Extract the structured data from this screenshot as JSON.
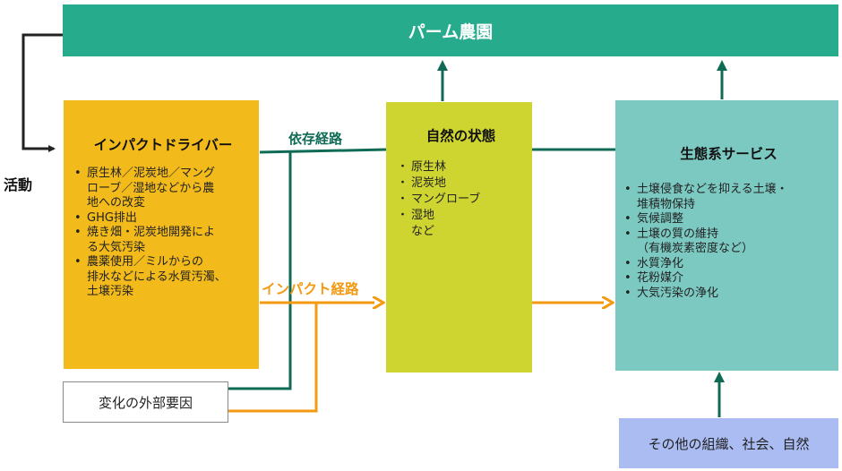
{
  "banner": {
    "title": "パーム農園"
  },
  "activity_label": "活動",
  "dependency_label": "依存経路",
  "impact_label": "インパクト経路",
  "drivers": {
    "title": "インパクトドライバー",
    "items": [
      "原生林／泥炭地／マング\nローブ／湿地などから農\n地への改変",
      "GHG排出",
      "焼き畑・泥炭地開発によ\nる大気汚染",
      "農薬使用／ミルからの\n排水などによる水質汚濁、\n土壌汚染"
    ]
  },
  "natural_state": {
    "title": "自然の状態",
    "items": [
      "原生林",
      "泥炭地",
      "マングローブ",
      "湿地"
    ],
    "tail": "など"
  },
  "services": {
    "title": "生態系サービス",
    "items": [
      "土壌侵食などを抑える土壌・\n堆積物保持",
      "気候調整",
      "土壌の質の維持\n（有機炭素密度など）",
      "水質浄化",
      "花粉媒介",
      "大気汚染の浄化"
    ]
  },
  "external_factors": "変化の外部要因",
  "others": "その他の組織、社会、自然",
  "colors": {
    "banner": "#26ab8d",
    "drivers": "#f2ba1a",
    "natural_state": "#cfd530",
    "services": "#7cc9c2",
    "others": "#aabcf2",
    "dependency_path": "#0f6b55",
    "impact_path": "#f39a12",
    "activity_arrow": "#222222"
  }
}
